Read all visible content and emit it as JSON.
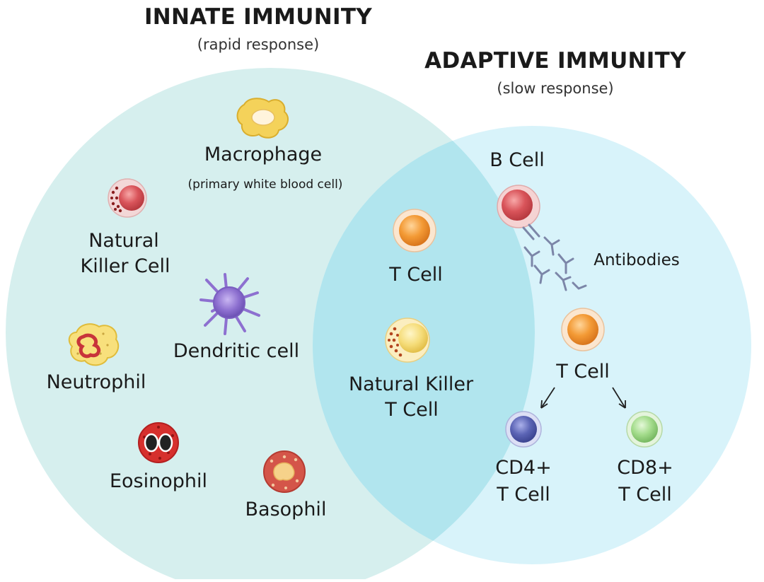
{
  "innate": {
    "title": "INNATE IMMUNITY",
    "subtitle": "(rapid response)",
    "cells": {
      "macrophage": "Macrophage",
      "macrophage_note": "(primary white blood cell)",
      "nk_line1": "Natural",
      "nk_line2": "Killer Cell",
      "dendritic": "Dendritic cell",
      "neutrophil": "Neutrophil",
      "eosinophil": "Eosinophil",
      "basophil": "Basophil"
    }
  },
  "adaptive": {
    "title": "ADAPTIVE IMMUNITY",
    "subtitle": "(slow response)",
    "cells": {
      "b_cell": "B Cell",
      "antibodies": "Antibodies",
      "t_cell": "T Cell",
      "cd4_line1": "CD4+",
      "cd4_line2": "T Cell",
      "cd8_line1": "CD8+",
      "cd8_line2": "T Cell"
    }
  },
  "overlap": {
    "t_cell": "T Cell",
    "nkt_line1": "Natural Killer",
    "nkt_line2": "T Cell"
  },
  "colors": {
    "innate_fill": "#d6efee",
    "adaptive_fill": "#d8f3fa",
    "overlap_fill": "#b1e5ee",
    "t_cell": "#f39a35",
    "b_cell": "#d9545a",
    "cd4": "#5b64b5",
    "cd8": "#8fd07a"
  }
}
